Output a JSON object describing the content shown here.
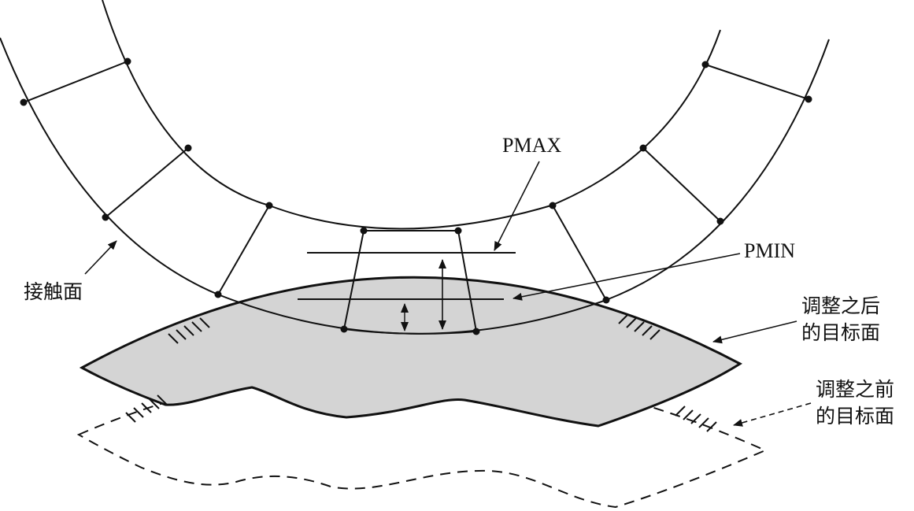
{
  "labels": {
    "pmax": "PMAX",
    "pmin": "PMIN",
    "contact_surface": "接触面",
    "target_after_line1": "调整之后",
    "target_after_line2": "的目标面",
    "target_before_line1": "调整之前",
    "target_before_line2": "的目标面"
  },
  "colors": {
    "line": "#111111",
    "shaded_surface": "#d4d4d4",
    "background": "#ffffff"
  }
}
